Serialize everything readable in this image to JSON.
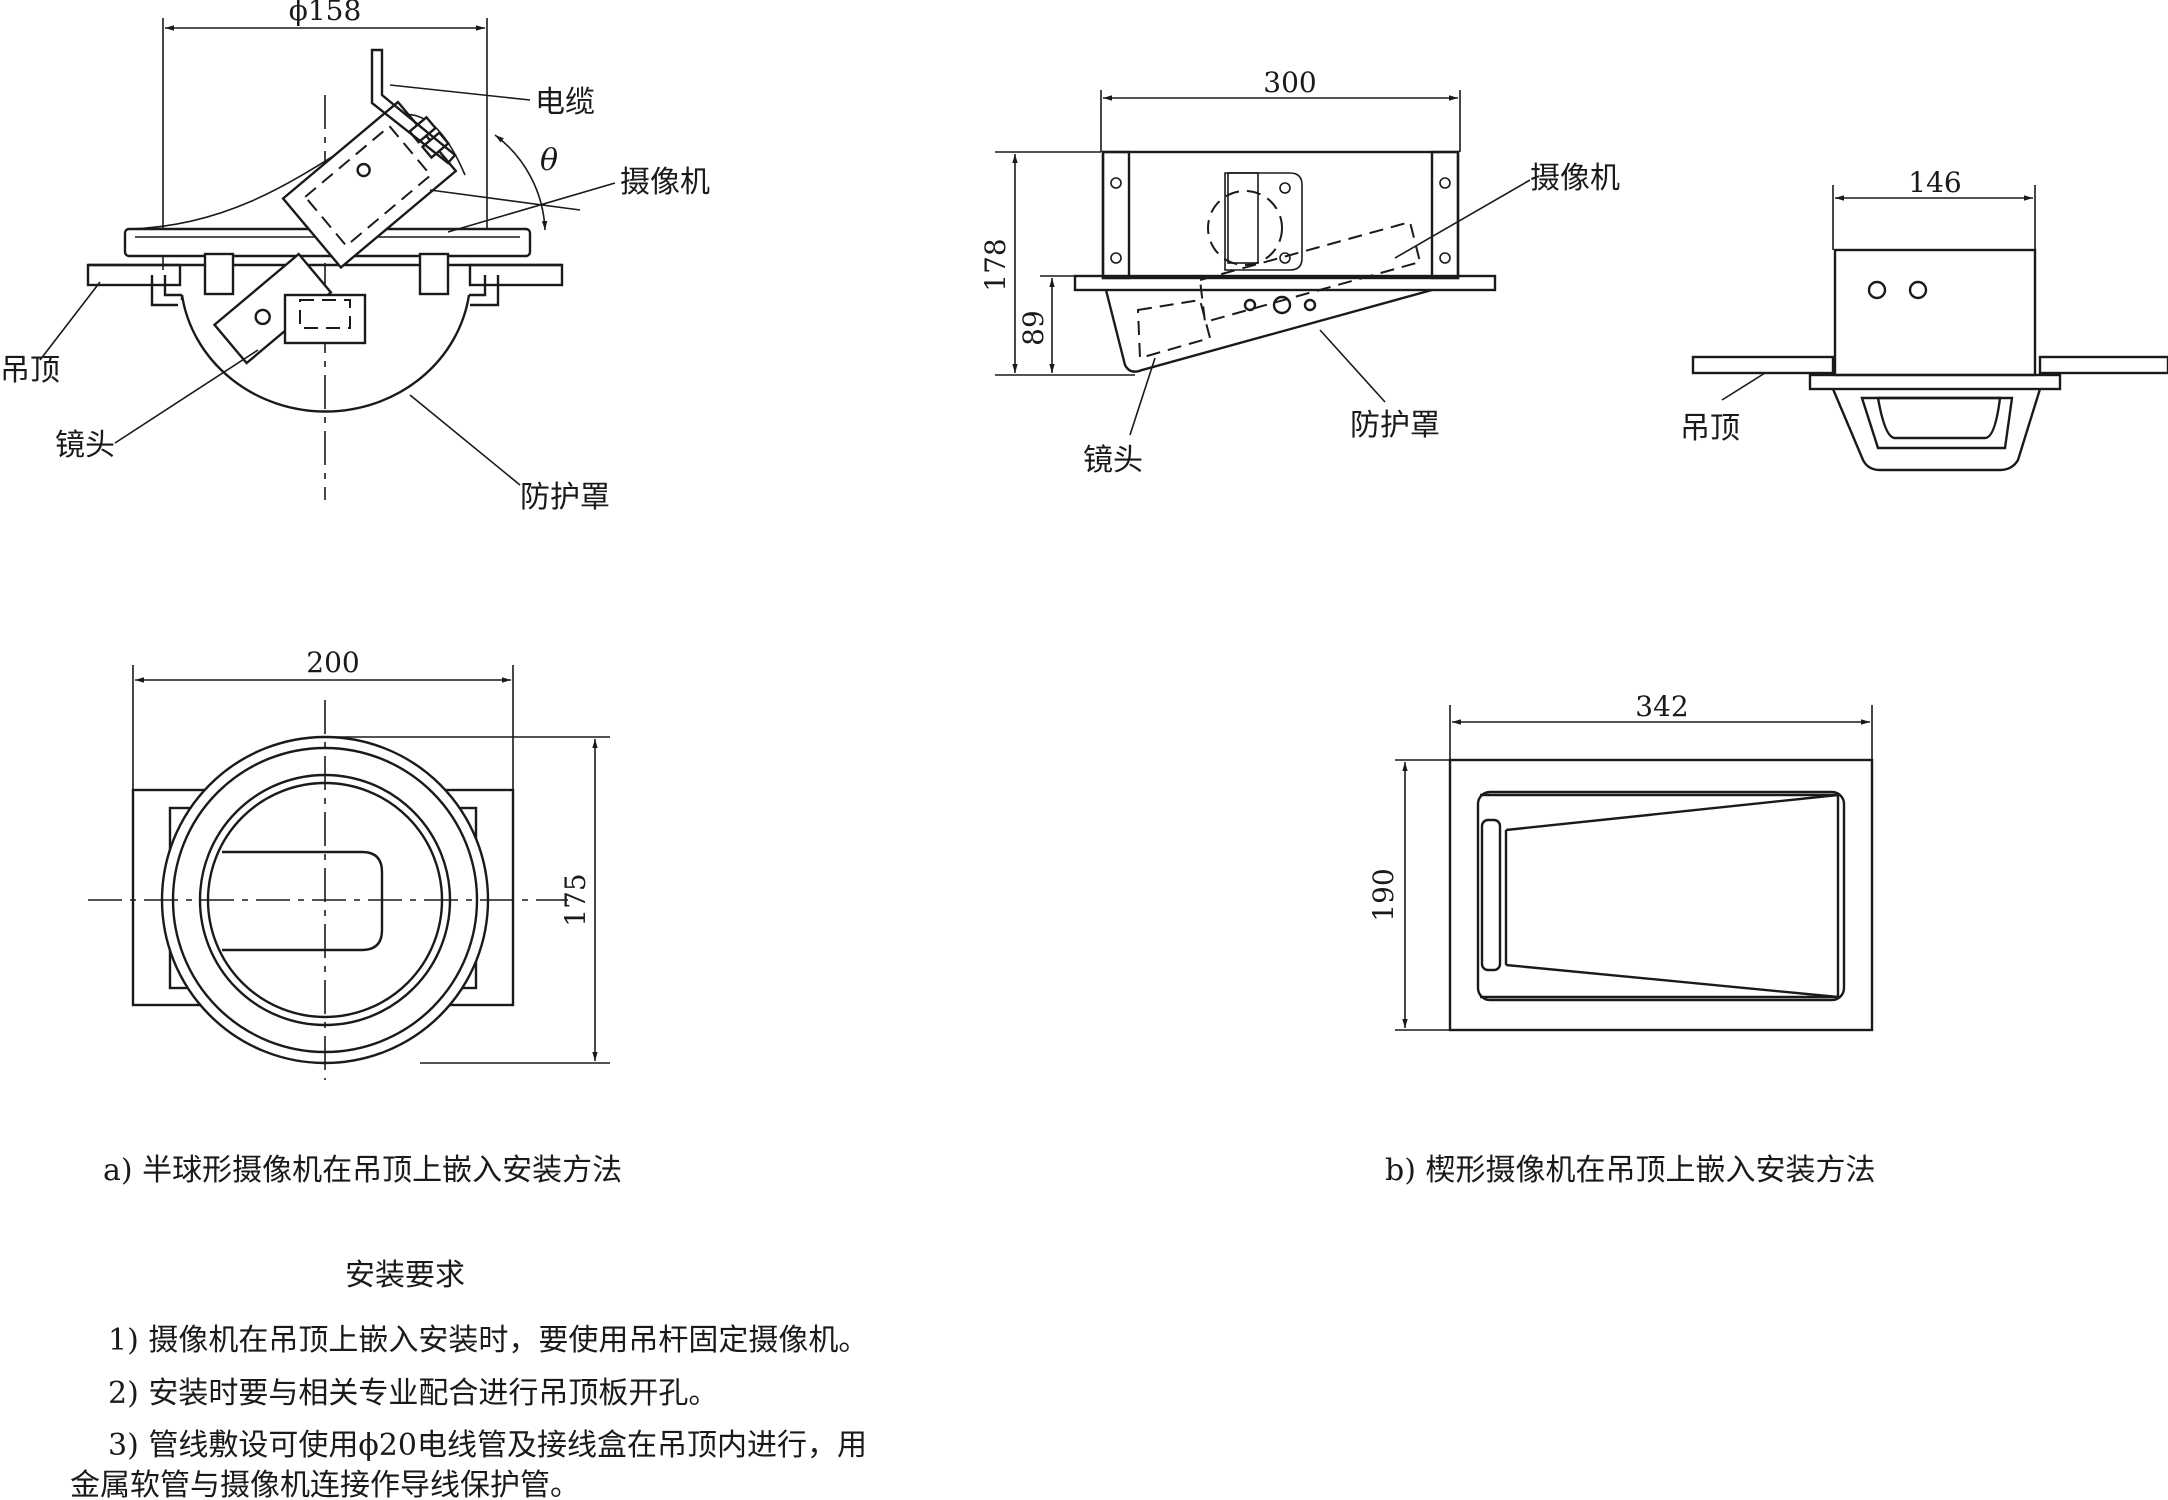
{
  "figure_a": {
    "labels": {
      "cable": "电缆",
      "camera": "摄像机",
      "theta": "θ",
      "ceiling": "吊顶",
      "lens": "镜头",
      "housing": "防护罩"
    },
    "dims": {
      "top_width": "ϕ158",
      "bottom_width": "200",
      "bottom_height": "175"
    },
    "caption": "a) 半球形摄像机在吊顶上嵌入安装方法"
  },
  "figure_b": {
    "labels": {
      "camera": "摄像机",
      "housing": "防护罩",
      "lens": "镜头",
      "ceiling": "吊顶"
    },
    "dims": {
      "front_width": "300",
      "front_height": "178",
      "front_lower": "89",
      "side_width": "146",
      "bottom_width": "342",
      "bottom_height": "190"
    },
    "caption": "b) 楔形摄像机在吊顶上嵌入安装方法"
  },
  "requirements": {
    "title": "安装要求",
    "items": [
      "1) 摄像机在吊顶上嵌入安装时，要使用吊杆固定摄像机。",
      "2) 安装时要与相关专业配合进行吊顶板开孔。",
      "3) 管线敷设可使用ϕ20电线管及接线盒在吊顶内进行，用",
      "金属软管与摄像机连接作导线保护管。"
    ]
  }
}
